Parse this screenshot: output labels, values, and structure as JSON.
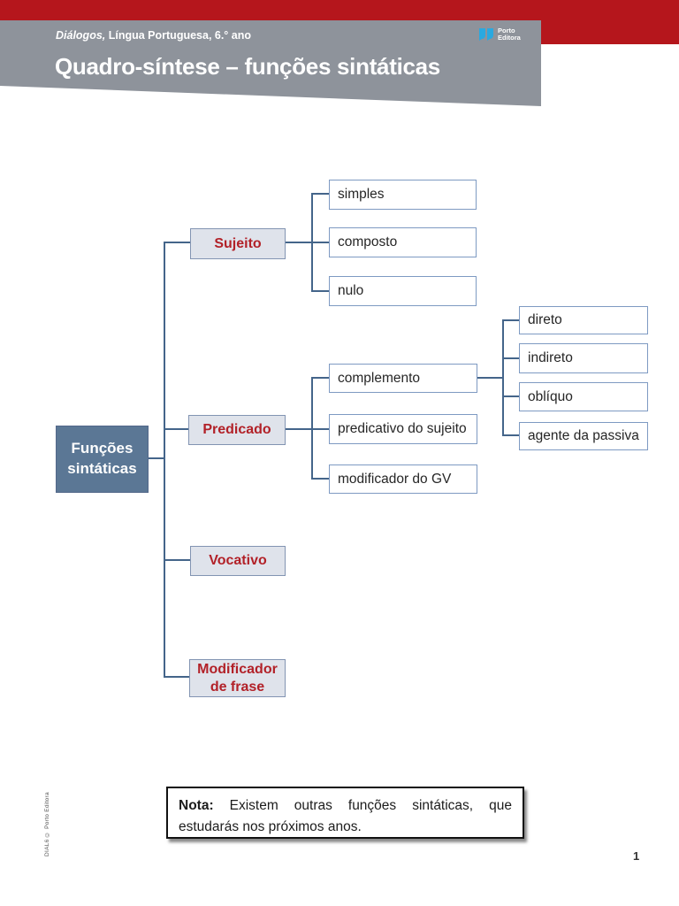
{
  "header": {
    "series_italic": "Diálogos,",
    "series_rest": " Língua Portuguesa, 6.° ano",
    "title": "Quadro-síntese – funções sintáticas",
    "logo": {
      "name": "Porto Editora",
      "line1": "Porto",
      "line2": "Editora",
      "icon_color": "#2aa9e0"
    }
  },
  "diagram": {
    "root": {
      "line1": "Funções",
      "line2": "sintáticas"
    },
    "categories": {
      "sujeito": "Sujeito",
      "predicado": "Predicado",
      "vocativo": "Vocativo",
      "modificador_line1": "Modificador",
      "modificador_line2": "de frase"
    },
    "sujeito_children": [
      "simples",
      "composto",
      "nulo"
    ],
    "predicado_children": [
      "complemento",
      "predicativo do sujeito",
      "modificador do GV"
    ],
    "complemento_children": [
      "direto",
      "indireto",
      "oblíquo",
      "agente da passiva"
    ]
  },
  "note": {
    "label": "Nota:",
    "text": "Existem outras funções sintáticas, que estudarás nos próximos anos."
  },
  "footer": {
    "page_number": "1",
    "side_text": "DIAL6 © Porto Editora"
  },
  "colors": {
    "banner_red": "#b5161c",
    "band_gray": "#8e939b",
    "root_fill": "#5b7795",
    "category_fill": "#dfe3eb",
    "category_text": "#b22128",
    "connector": "#44658a",
    "leaf_border": "#7e9ac2",
    "logo_blue": "#2aa9e0"
  }
}
